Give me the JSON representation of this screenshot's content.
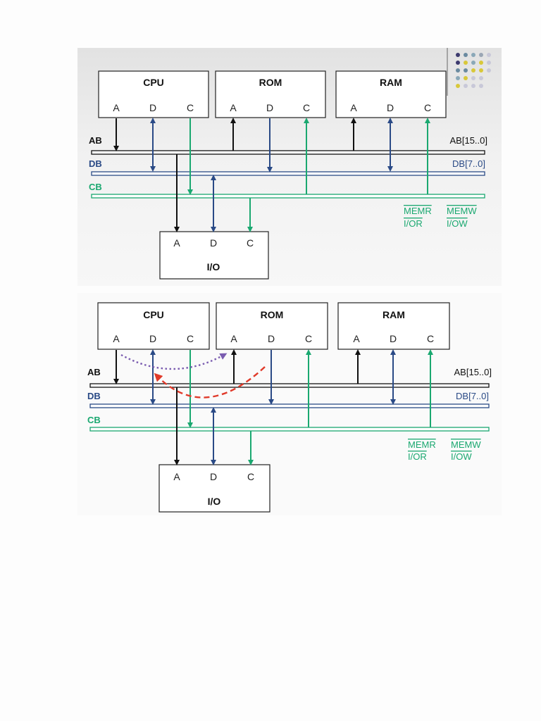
{
  "colors": {
    "address": "#111111",
    "data": "#2a4a86",
    "control": "#1aa870",
    "read_path": "#7a5cb0",
    "write_path": "#e03a2a"
  },
  "diagrams": [
    {
      "blocks": {
        "cpu": {
          "title": "CPU",
          "a": "A",
          "d": "D",
          "c": "C"
        },
        "rom": {
          "title": "ROM",
          "a": "A",
          "d": "D",
          "c": "C"
        },
        "ram": {
          "title": "RAM",
          "a": "A",
          "d": "D",
          "c": "C"
        },
        "io": {
          "title": "I/O",
          "a": "A",
          "d": "D",
          "c": "C"
        }
      },
      "buses": {
        "ab": {
          "label": "AB",
          "range": "AB[15..0]"
        },
        "db": {
          "label": "DB",
          "range": "DB[7..0]"
        },
        "cb": {
          "label": "CB"
        }
      },
      "signals": {
        "memr": "MEMR",
        "memw": "MEMW",
        "ior": "I/OR",
        "iow": "I/OW"
      }
    },
    {
      "blocks": {
        "cpu": {
          "title": "CPU",
          "a": "A",
          "d": "D",
          "c": "C"
        },
        "rom": {
          "title": "ROM",
          "a": "A",
          "d": "D",
          "c": "C"
        },
        "ram": {
          "title": "RAM",
          "a": "A",
          "d": "D",
          "c": "C"
        },
        "io": {
          "title": "I/O",
          "a": "A",
          "d": "D",
          "c": "C"
        }
      },
      "buses": {
        "ab": {
          "label": "AB",
          "range": "AB[15..0]"
        },
        "db": {
          "label": "DB",
          "range": "DB[7..0]"
        },
        "cb": {
          "label": "CB"
        }
      },
      "signals": {
        "memr": "MEMR",
        "memw": "MEMW",
        "ior": "I/OR",
        "iow": "I/OW"
      }
    }
  ]
}
